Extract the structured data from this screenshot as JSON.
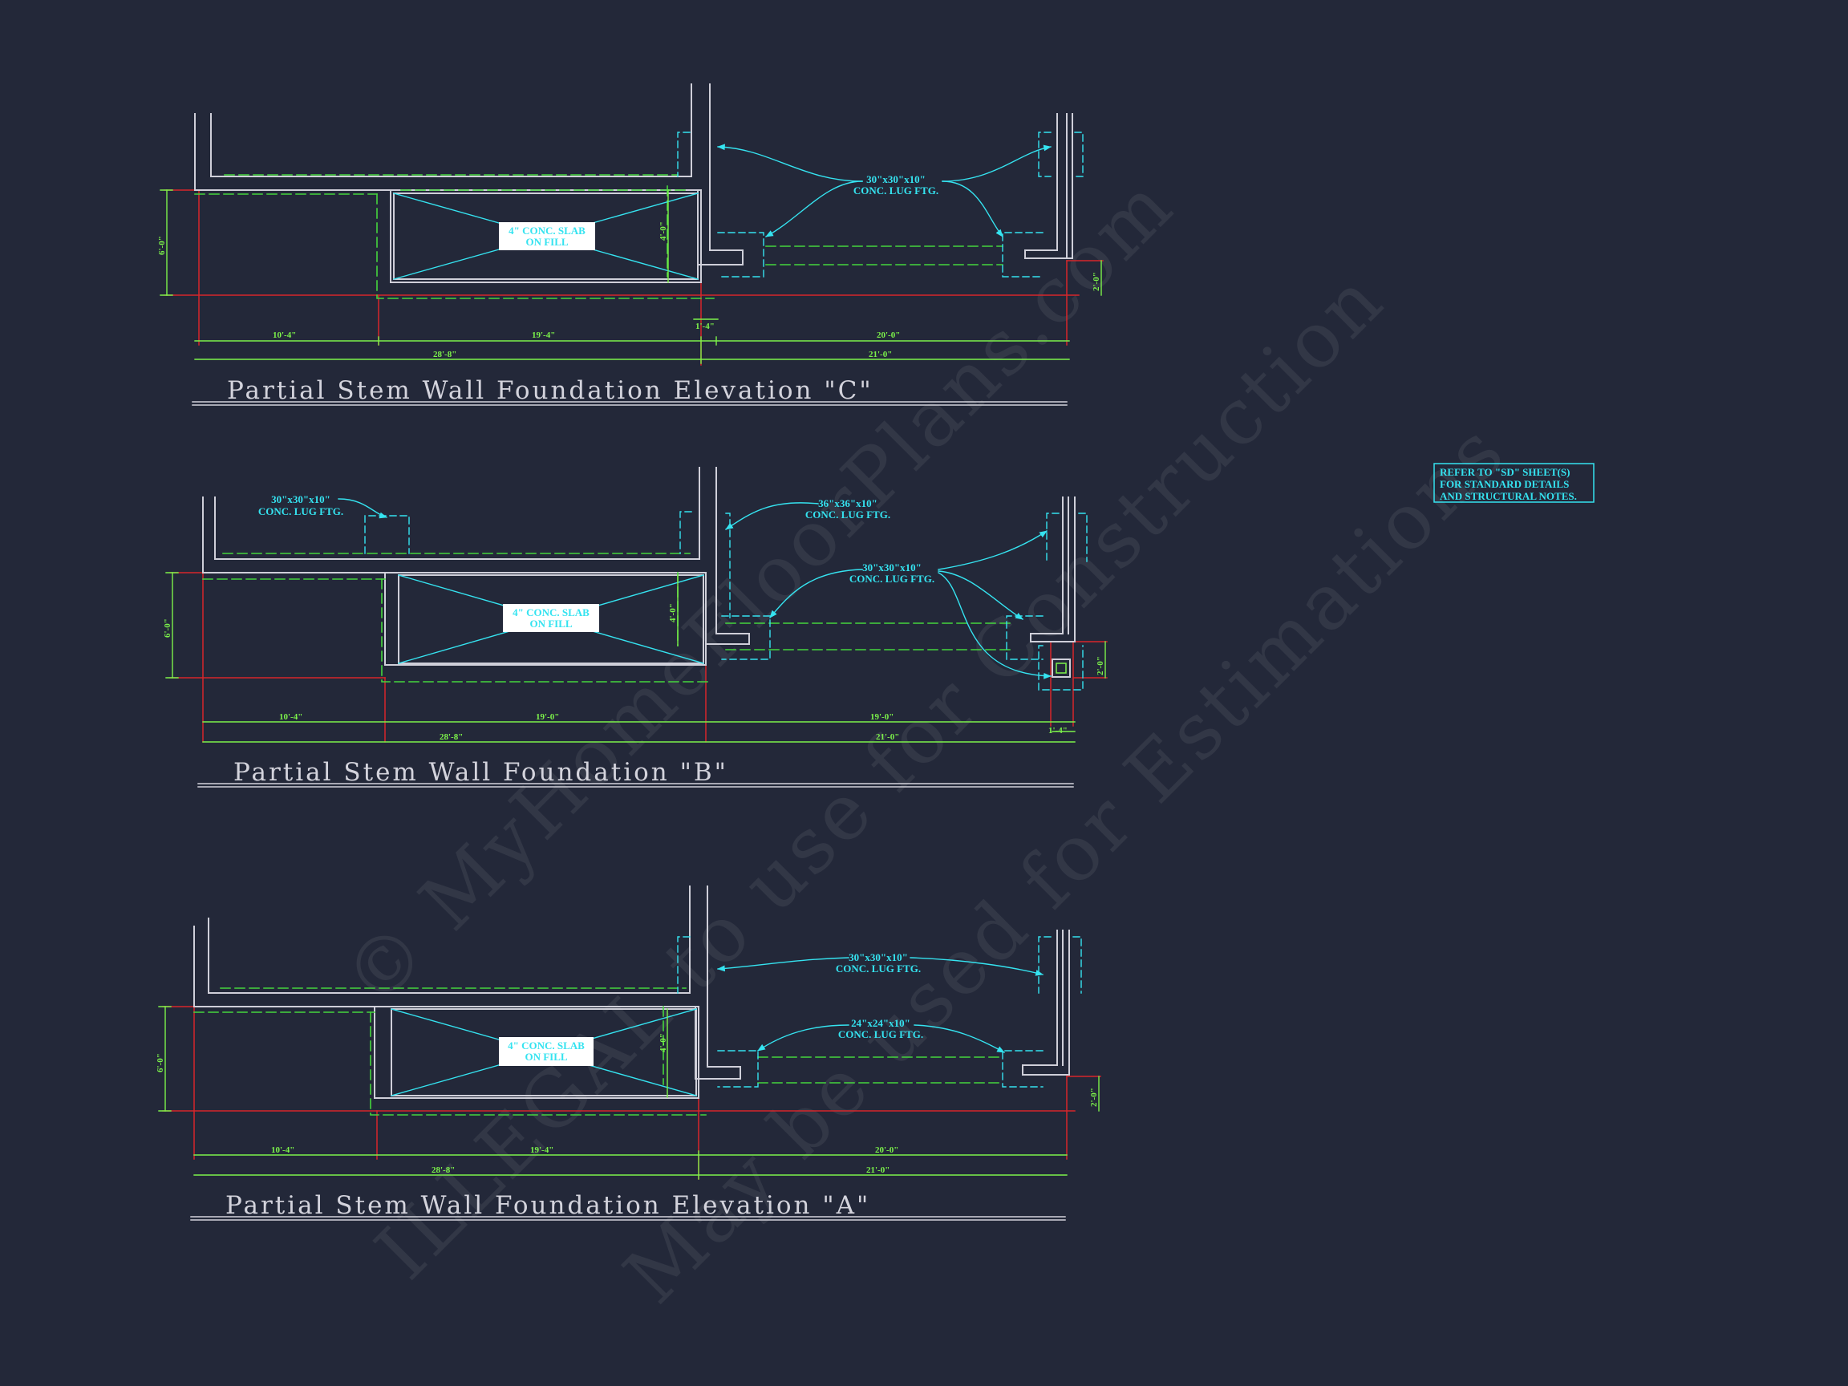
{
  "colors": {
    "background": "#232839",
    "wall": "#cfcfd9",
    "dashed_footing": "#45d63d",
    "dimension": "#7cf24a",
    "grid_red": "#d8262a",
    "annotation_cyan": "#35e3f0",
    "title": "#d3d3dc"
  },
  "watermark": {
    "line1": "© MyHomeFloorPlans.com",
    "line2": "ILLEGAL to use for Construction",
    "line3": "May be used for Estimations"
  },
  "general_note": {
    "line1": "REFER TO \"SD\" SHEET(S)",
    "line2": "FOR STANDARD DETAILS",
    "line3": "AND STRUCTURAL NOTES."
  },
  "elevation_c": {
    "title": "Partial Stem Wall Foundation Elevation \"C\"",
    "slab_line1": "4\" CONC. SLAB",
    "slab_line2": "ON FILL",
    "footing_line1": "30\"x30\"x10\"",
    "footing_line2": "CONC. LUG FTG.",
    "dim_left_height": "6'-0\"",
    "dim_slab_height": "4'-0\"",
    "dim_right_height": "2'-0\"",
    "dim_small": "1'-4\"",
    "dim_seg1": "10'-4\"",
    "dim_seg2": "19'-4\"",
    "dim_seg3": "20'-0\"",
    "dim_total_left": "28'-8\"",
    "dim_total_right": "21'-0\""
  },
  "elevation_b": {
    "title": "Partial Stem Wall Foundation \"B\"",
    "slab_line1": "4\" CONC. SLAB",
    "slab_line2": "ON FILL",
    "footing_left_line1": "30\"x30\"x10\"",
    "footing_left_line2": "CONC. LUG FTG.",
    "footing_top_line1": "36\"x36\"x10\"",
    "footing_top_line2": "CONC. LUG FTG.",
    "footing_mid_line1": "30\"x30\"x10\"",
    "footing_mid_line2": "CONC. LUG FTG.",
    "dim_left_height": "6'-0\"",
    "dim_slab_height": "4'-0\"",
    "dim_right_height": "2'-0\"",
    "dim_seg1": "10'-4\"",
    "dim_seg2": "19'-0\"",
    "dim_seg3": "19'-0\"",
    "dim_small": "1'-4\"",
    "dim_total_left": "28'-8\"",
    "dim_total_right": "21'-0\""
  },
  "elevation_a": {
    "title": "Partial Stem Wall Foundation Elevation \"A\"",
    "slab_line1": "4\" CONC. SLAB",
    "slab_line2": "ON FILL",
    "footing_top_line1": "30\"x30\"x10\"",
    "footing_top_line2": "CONC. LUG FTG.",
    "footing_low_line1": "24\"x24\"x10\"",
    "footing_low_line2": "CONC. LUG FTG.",
    "dim_left_height": "6'-0\"",
    "dim_slab_height": "4'-0\"",
    "dim_right_height": "2'-0\"",
    "dim_seg1": "10'-4\"",
    "dim_seg2": "19'-4\"",
    "dim_seg3": "20'-0\"",
    "dim_total_left": "28'-8\"",
    "dim_total_right": "21'-0\""
  }
}
